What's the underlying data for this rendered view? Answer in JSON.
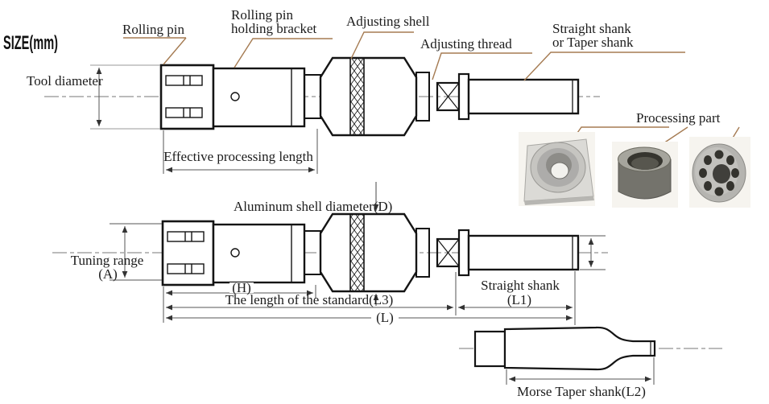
{
  "size_label": "SIZE(mm)",
  "colors": {
    "outline": "#141414",
    "dimension": "#333333",
    "centerline": "#777777",
    "leader": "#a57b52",
    "background": "#ffffff"
  },
  "top_diagram": {
    "rolling_pin": "Rolling pin",
    "holding_bracket_line1": "Rolling pin",
    "holding_bracket_line2": "holding bracket",
    "adjusting_shell": "Adjusting shell",
    "adjusting_thread": "Adjusting thread",
    "shank_line1": "Straight shank",
    "shank_line2": "or Taper shank",
    "tool_diameter": "Tool diameter",
    "effective_length": "Effective processing length"
  },
  "photos": {
    "processing_part": "Processing part"
  },
  "middle_diagram": {
    "aluminum_shell": "Aluminum shell diameter(D)",
    "tuning_range_line1": "Tuning range",
    "tuning_range_line2": "(A)",
    "dim_h": "(H)",
    "dim_l3": "The length of the standard(L3)",
    "dim_l": "(L)",
    "straight_shank_line1": "Straight shank",
    "straight_shank_line2": "(L1)",
    "morse_taper": "Morse Taper shank(L2)"
  }
}
